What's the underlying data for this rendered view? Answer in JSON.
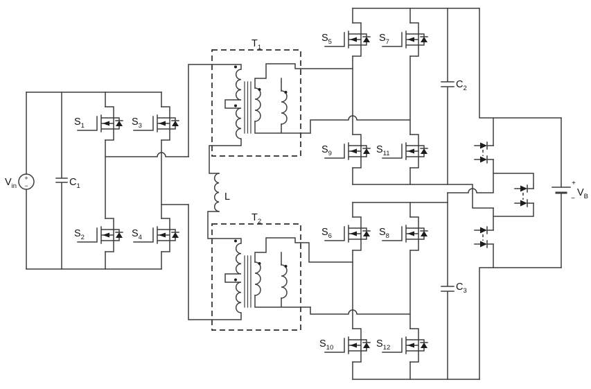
{
  "schematic": {
    "switches": {
      "s1": {
        "m": "S",
        "s": "1"
      },
      "s2": {
        "m": "S",
        "s": "2"
      },
      "s3": {
        "m": "S",
        "s": "3"
      },
      "s4": {
        "m": "S",
        "s": "4"
      },
      "s5": {
        "m": "S",
        "s": "5"
      },
      "s6": {
        "m": "S",
        "s": "6"
      },
      "s7": {
        "m": "S",
        "s": "7"
      },
      "s8": {
        "m": "S",
        "s": "8"
      },
      "s9": {
        "m": "S",
        "s": "9"
      },
      "s10": {
        "m": "S",
        "s": "10"
      },
      "s11": {
        "m": "S",
        "s": "11"
      },
      "s12": {
        "m": "S",
        "s": "12"
      }
    },
    "capacitors": {
      "c1": {
        "m": "C",
        "s": "1"
      },
      "c2": {
        "m": "C",
        "s": "2"
      },
      "c3": {
        "m": "C",
        "s": "3"
      }
    },
    "transformers": {
      "t1": {
        "m": "T",
        "s": "1"
      },
      "t2": {
        "m": "T",
        "s": "2"
      }
    },
    "inductor": {
      "m": "L",
      "s": ""
    },
    "sources": {
      "vin": {
        "m": "V",
        "s": "in"
      },
      "vb": {
        "m": "V",
        "s": "B"
      }
    },
    "polarity": {
      "plus": "+",
      "minus": "−"
    }
  }
}
